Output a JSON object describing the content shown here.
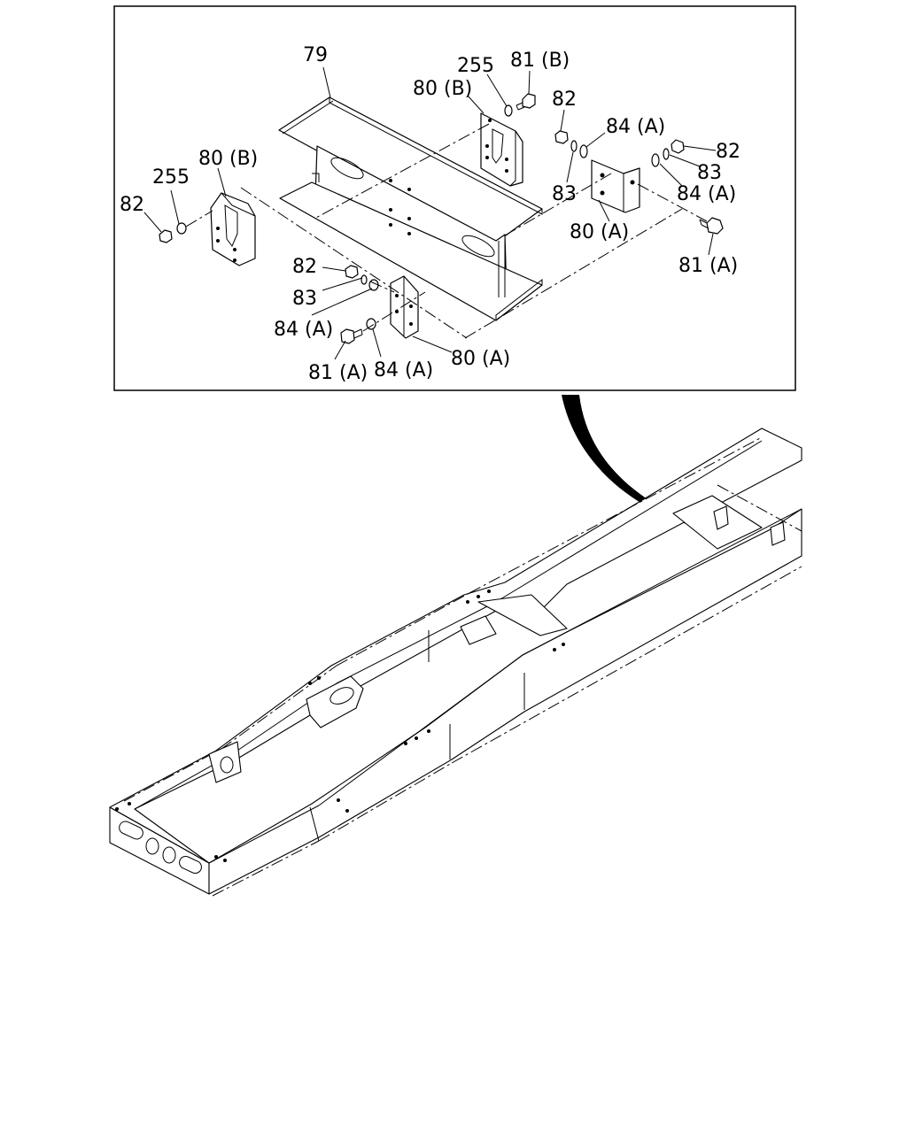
{
  "diagram": {
    "labels": {
      "p79": "79",
      "p255_right": "255",
      "p81b": "81 (B)",
      "p80b_right": "80 (B)",
      "p82_top": "82",
      "p84a_top": "84 (A)",
      "p82_right": "82",
      "p83_right": "83",
      "p83_mid": "83",
      "p84a_right": "84 (A)",
      "p80a_right": "80 (A)",
      "p81a_right": "81 (A)",
      "p80b_left": "80 (B)",
      "p255_left": "255",
      "p82_left": "82",
      "p82_bottom": "82",
      "p83_bottom": "83",
      "p84a_bottom_left": "84 (A)",
      "p81a_bottom": "81 (A)",
      "p84a_bottom": "84 (A)",
      "p80a_bottom": "80 (A)"
    }
  }
}
